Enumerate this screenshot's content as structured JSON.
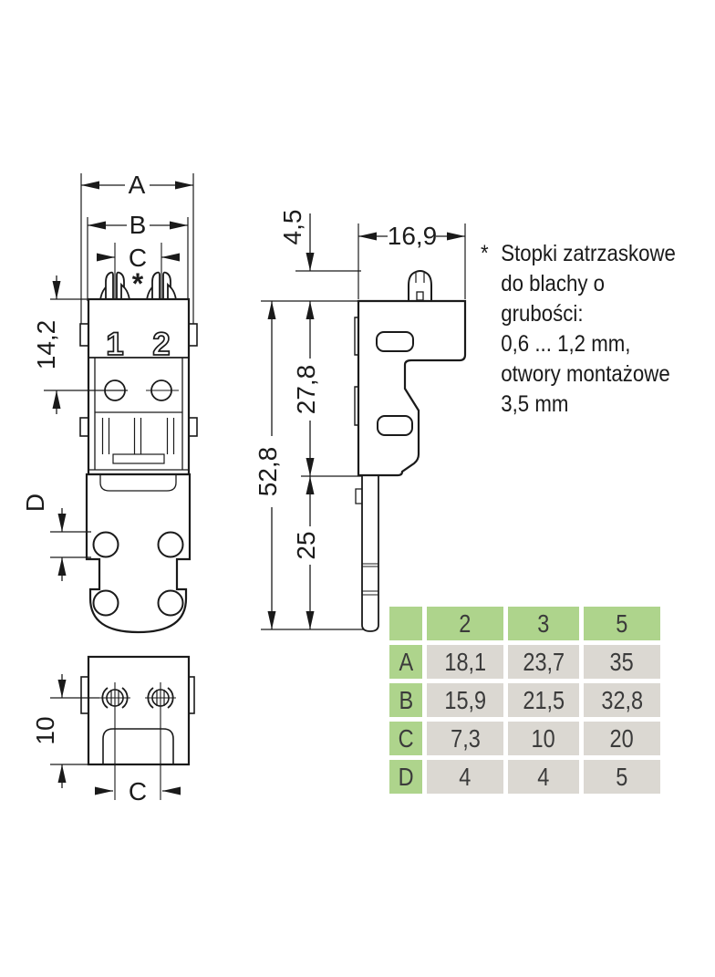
{
  "colors": {
    "line": "#1a1a1a",
    "text": "#1c1c1c",
    "table_header_green": "#aed48c",
    "table_cell_gray": "#dbd8d2",
    "table_text": "#3b3b3b"
  },
  "front_view": {
    "dim_a": "A",
    "dim_b": "B",
    "dim_c": "C",
    "footnote_marker": "*",
    "dim_height": "14,2",
    "dim_hole": "D",
    "pole_1": "1",
    "pole_2": "2"
  },
  "side_view": {
    "dim_foot_height": "4,5",
    "dim_depth": "16,9",
    "dim_upper": "27,8",
    "dim_total": "52,8",
    "dim_lower": "25"
  },
  "bottom_view": {
    "dim_offset": "10",
    "dim_c": "C"
  },
  "note": {
    "marker": "*",
    "lines": [
      "Stopki zatrzaskowe",
      "do blachy o",
      "grubości:",
      "0,6 ... 1,2 mm,",
      "otwory montażowe",
      "3,5 mm"
    ]
  },
  "table": {
    "corner": "",
    "column_headers": [
      "2",
      "3",
      "5"
    ],
    "rows": [
      {
        "label": "A",
        "values": [
          "18,1",
          "23,7",
          "35"
        ]
      },
      {
        "label": "B",
        "values": [
          "15,9",
          "21,5",
          "32,8"
        ]
      },
      {
        "label": "C",
        "values": [
          "7,3",
          "10",
          "20"
        ]
      },
      {
        "label": "D",
        "values": [
          "4",
          "4",
          "5"
        ]
      }
    ]
  }
}
